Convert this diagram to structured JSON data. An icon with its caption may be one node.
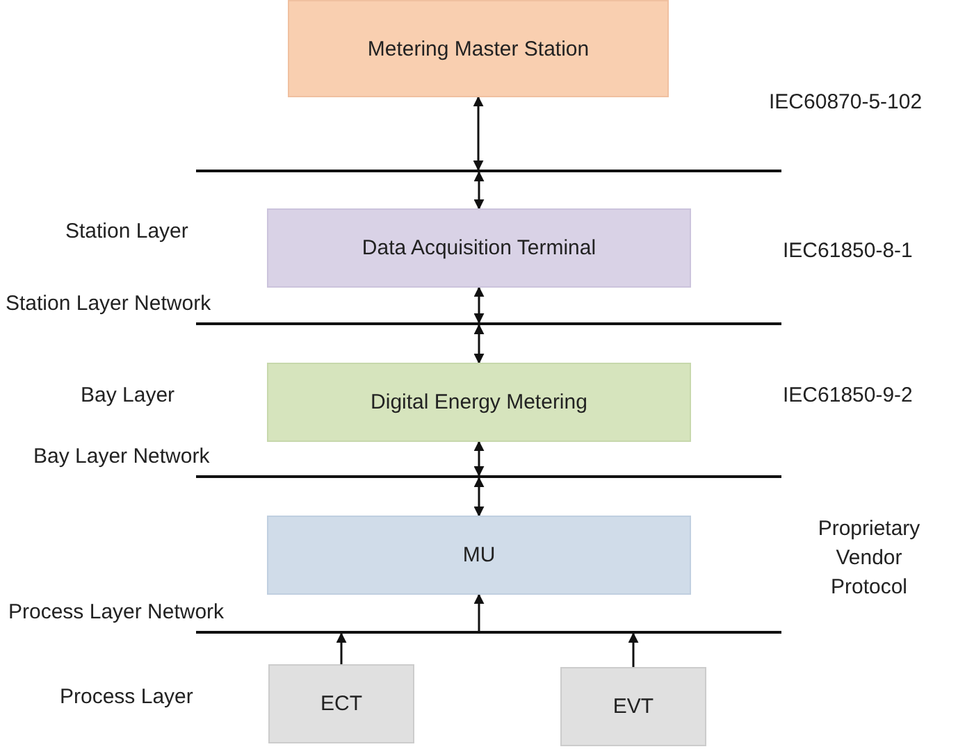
{
  "diagram": {
    "nodes": [
      {
        "text": [
          "Metering Master Station"
        ]
      },
      {
        "text": [],
        "shape": "bar"
      },
      {
        "text": [
          "Data Acquisition Terminal"
        ]
      },
      {
        "text": [],
        "shape": "bar",
        "beside": [
          "Station Layer Network"
        ]
      },
      {
        "text": [
          "Digital Energy Metering"
        ]
      },
      {
        "text": [],
        "shape": "bar",
        "beside": [
          "Bay Layer Network"
        ]
      },
      {
        "text": [
          "MU"
        ]
      },
      {
        "text": [],
        "shape": "bar",
        "beside": [
          "Process Layer Network"
        ]
      },
      {
        "text": [
          "ECT"
        ]
      },
      {
        "text": [
          "EVT"
        ]
      }
    ],
    "edges": [
      {
        "from": 0,
        "to": 1,
        "arrow": "both"
      },
      {
        "from": 1,
        "to": 2,
        "arrow": "both"
      },
      {
        "from": 2,
        "to": 3,
        "arrow": "both"
      },
      {
        "from": 3,
        "to": 4,
        "arrow": "both"
      },
      {
        "from": 4,
        "to": 5,
        "arrow": "both"
      },
      {
        "from": 5,
        "to": 6,
        "arrow": "both"
      },
      {
        "from": 7,
        "to": 6,
        "arrow": "to"
      },
      {
        "from": 8,
        "to": 7,
        "arrow": "to"
      },
      {
        "from": 9,
        "to": 7,
        "arrow": "to"
      }
    ],
    "labels": [
      "IEC60870-5-102",
      "Station Layer",
      "IEC61850-8-1",
      "Bay Layer",
      "IEC61850-9-2",
      "Proprietary Vendor Protocol",
      "Process Layer"
    ]
  }
}
